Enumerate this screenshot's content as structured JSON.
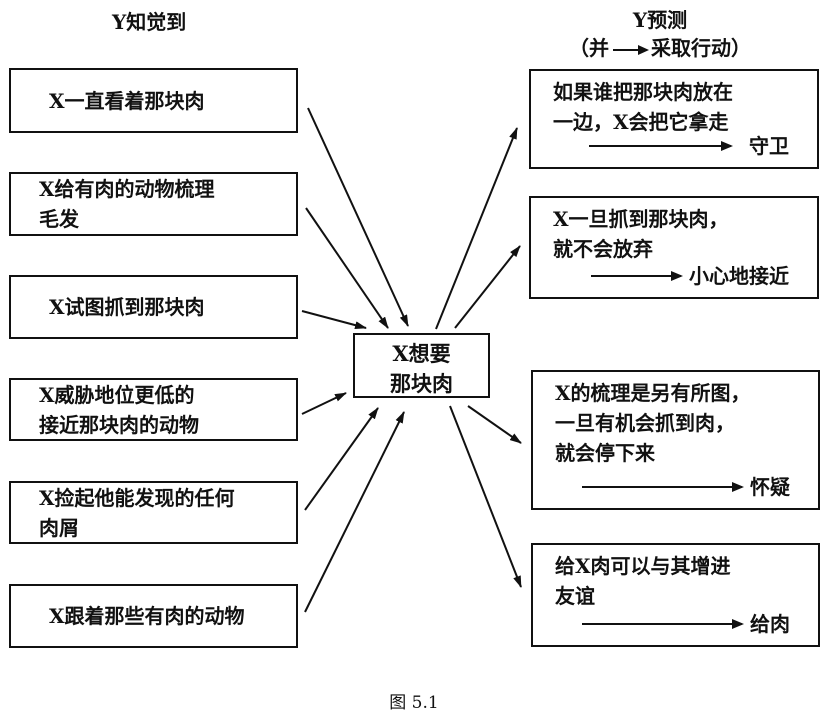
{
  "headings": {
    "left": "Y知觉到",
    "right_line1": "Y预测",
    "right_line2_prefix": "（并",
    "right_line2_suffix": "采取行动）"
  },
  "center": {
    "lines": [
      "X想要",
      "那块肉"
    ]
  },
  "left_boxes": [
    {
      "lines": [
        "X一直看着那块肉"
      ]
    },
    {
      "lines": [
        "X给有肉的动物梳理",
        "毛发"
      ]
    },
    {
      "lines": [
        "X试图抓到那块肉"
      ]
    },
    {
      "lines": [
        "X威胁地位更低的",
        "接近那块肉的动物"
      ]
    },
    {
      "lines": [
        "X捡起他能发现的任何",
        "肉屑"
      ]
    },
    {
      "lines": [
        "X跟着那些有肉的动物"
      ]
    }
  ],
  "right_boxes": [
    {
      "lines": [
        "如果谁把那块肉放在",
        "一边，X会把它拿走"
      ],
      "action": "守卫"
    },
    {
      "lines": [
        "X一旦抓到那块肉，",
        "就不会放弃"
      ],
      "action": "小心地接近"
    },
    {
      "lines": [
        "X的梳理是另有所图，",
        "一旦有机会抓到肉，",
        "就会停下来"
      ],
      "action": "怀疑"
    },
    {
      "lines": [
        "给X肉可以与其增进",
        "友谊"
      ],
      "action": "给肉"
    }
  ],
  "caption": "图 5.1"
}
